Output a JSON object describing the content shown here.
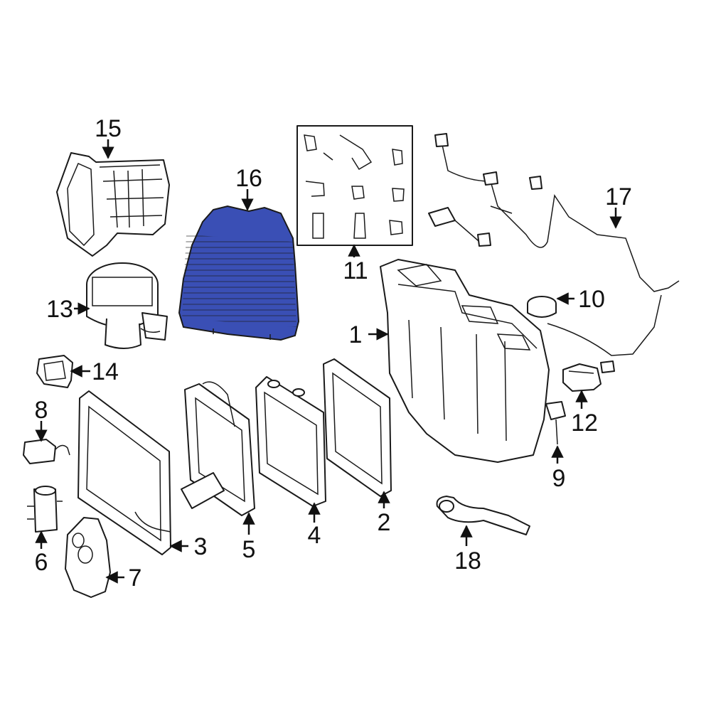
{
  "callouts": {
    "c1": "1",
    "c2": "2",
    "c3": "3",
    "c4": "4",
    "c5": "5",
    "c6": "6",
    "c7": "7",
    "c8": "8",
    "c9": "9",
    "c10": "10",
    "c11": "11",
    "c12": "12",
    "c13": "13",
    "c14": "14",
    "c15": "15",
    "c16": "16",
    "c17": "17",
    "c18": "18"
  },
  "highlight_color": "#3a4fb5"
}
